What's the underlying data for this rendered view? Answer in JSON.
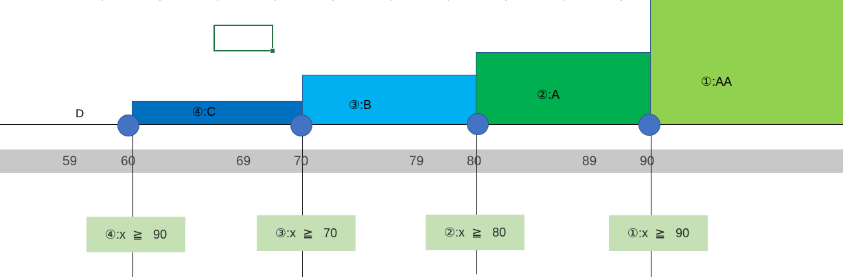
{
  "colors": {
    "grade_aa": "#92d050",
    "grade_a": "#00b050",
    "grade_b": "#00b0f0",
    "grade_c": "#0070c0",
    "node_fill": "#4472c4",
    "condition_box": "#c5e0b4",
    "tick_band": "#c8c8c8"
  },
  "below_label": "D",
  "grades": [
    {
      "label": "④:C"
    },
    {
      "label": "③:B"
    },
    {
      "label": "②:A"
    },
    {
      "label": "①:AA"
    }
  ],
  "ticks": [
    "59",
    "60",
    "69",
    "70",
    "79",
    "80",
    "89",
    "90"
  ],
  "conditions": [
    {
      "label": "④:x  ≧   90"
    },
    {
      "label": "③:x  ≧   70"
    },
    {
      "label": "②:x  ≧   80"
    },
    {
      "label": "①:x  ≧   90"
    }
  ]
}
